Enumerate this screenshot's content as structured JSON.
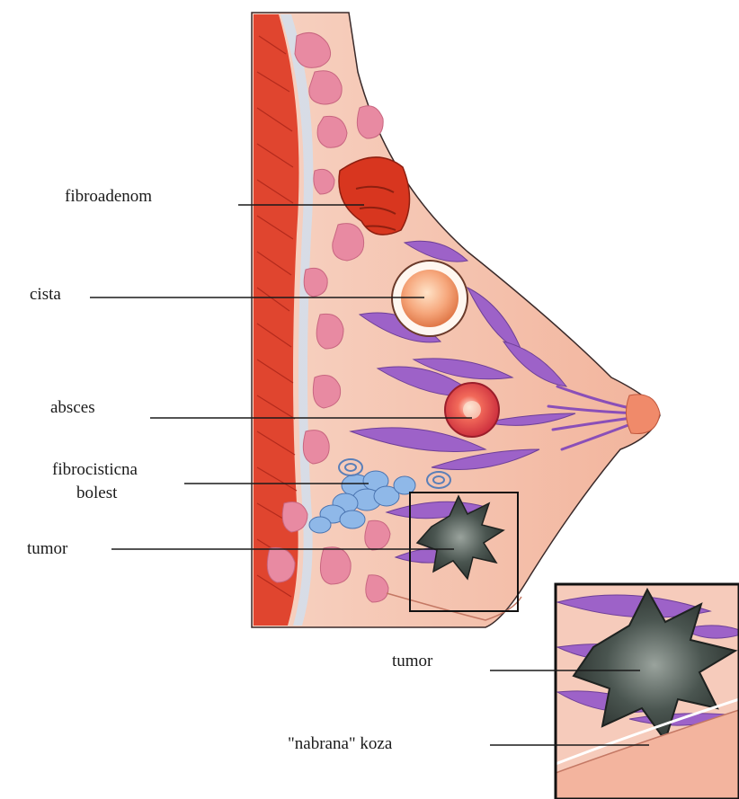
{
  "labels": {
    "fibroadenom": "fibroadenom",
    "cista": "cista",
    "absces": "absces",
    "fibrocisticna_line1": "fibrocisticna",
    "fibrocisticna_line2": "bolest",
    "tumor": "tumor",
    "tumor_detail": "tumor",
    "skin_detail": "\"nabrana\" koza"
  },
  "colors": {
    "chest_wall": "#e0452f",
    "breast_tissue": "#f4c2b0",
    "lobules": "#e68aa0",
    "ducts": "#9a5bc2",
    "fibroadenoma": "#d8361f",
    "cyst": "#f5a27a",
    "abscess": "#e0454a",
    "fibrocystic": "#8fb8e8",
    "tumor": "#3f4a45"
  }
}
